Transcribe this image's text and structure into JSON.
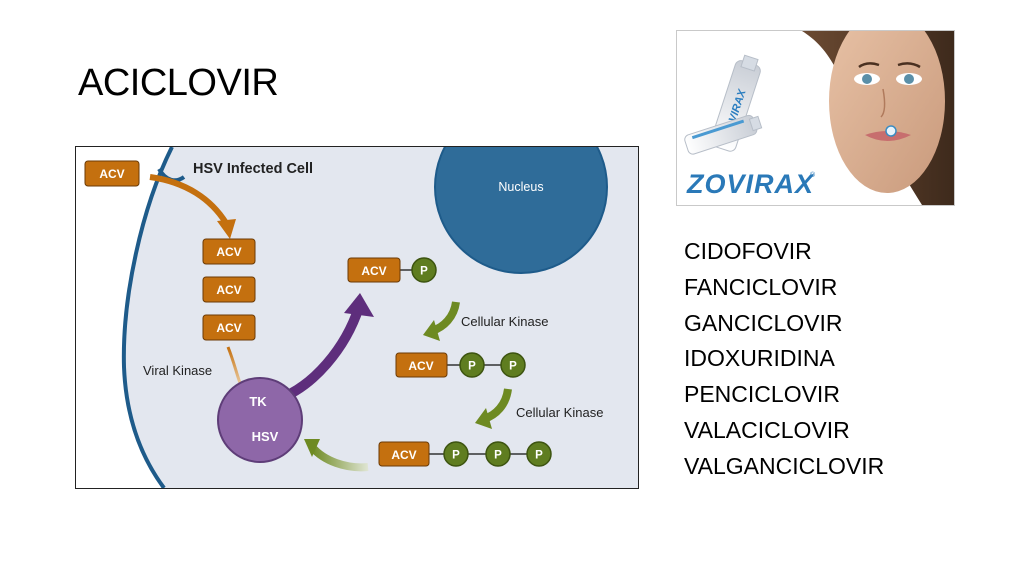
{
  "slide": {
    "title": "ACICLOVIR"
  },
  "diagram": {
    "cell_label": "HSV Infected Cell",
    "nucleus_label": "Nucleus",
    "viral_kinase_label": "Viral Kinase",
    "cellular_kinase_1": "Cellular Kinase",
    "cellular_kinase_2": "Cellular Kinase",
    "acv_label": "ACV",
    "phosphate_label": "P",
    "enzyme_top": "TK",
    "enzyme_bottom": "HSV",
    "colors": {
      "acv_box": "#c4700f",
      "phosphate": "#5f7d20",
      "enzyme": "#8e67a8",
      "nucleus": "#2f6c99",
      "membrane": "#1e5b8a",
      "purple_arrow": "#5e2e7c",
      "green_arrow": "#6e8a22"
    }
  },
  "advertisement": {
    "brand": "ZOVIRAX",
    "tube_text": "ZOVIRAX"
  },
  "drug_list": [
    "CIDOFOVIR",
    "FANCICLOVIR",
    "GANCICLOVIR",
    "IDOXURIDINA",
    "PENCICLOVIR",
    "VALACICLOVIR",
    "VALGANCICLOVIR"
  ]
}
